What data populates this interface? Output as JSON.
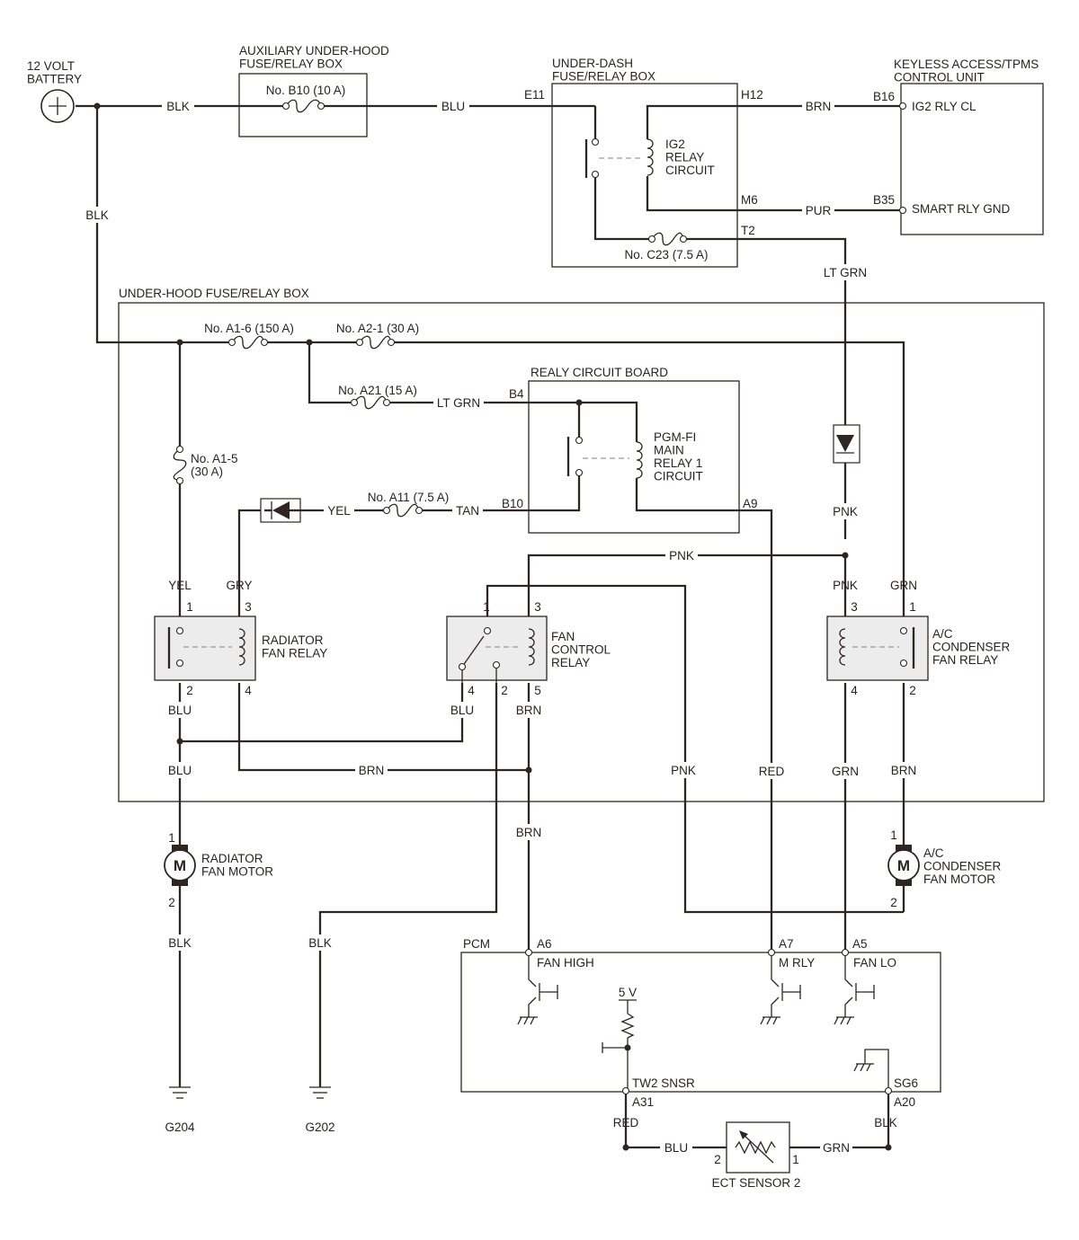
{
  "components": {
    "battery": "12 VOLT\nBATTERY",
    "aux_box": "AUXILIARY UNDER-HOOD\nFUSE/RELAY BOX",
    "under_dash_box": "UNDER-DASH\nFUSE/RELAY BOX",
    "keyless_unit": "KEYLESS ACCESS/TPMS\nCONTROL UNIT",
    "under_hood_box": "UNDER-HOOD FUSE/RELAY BOX",
    "relay_board": "REALY CIRCUIT BOARD",
    "ig2_relay": "IG2\nRELAY\nCIRCUIT",
    "pgmfi_relay": "PGM-FI\nMAIN\nRELAY 1\nCIRCUIT",
    "radiator_fan_relay": "RADIATOR\nFAN RELAY",
    "fan_control_relay": "FAN\nCONTROL\nRELAY",
    "ac_fan_relay": "A/C\nCONDENSER\nFAN RELAY",
    "radiator_fan_motor": "RADIATOR\nFAN MOTOR",
    "ac_fan_motor": "A/C\nCONDENSER\nFAN MOTOR",
    "pcm": "PCM",
    "ect_sensor": "ECT SENSOR 2",
    "motor_symbol": "M",
    "five_volt": "5 V"
  },
  "fuses": {
    "b10": "No. B10 (10 A)",
    "c23": "No. C23 (7.5 A)",
    "a1_6": "No. A1-6 (150 A)",
    "a2_1": "No. A2-1 (30 A)",
    "a21": "No. A21 (15 A)",
    "a1_5": "No. A1-5\n(30 A)",
    "a11": "No. A11 (7.5 A)"
  },
  "pins": {
    "e11": "E11",
    "h12": "H12",
    "m6": "M6",
    "t2": "T2",
    "b16": "B16",
    "b35": "B35",
    "ig2_rly_cl": "IG2 RLY CL",
    "smart_rly_gnd": "SMART RLY GND",
    "b4": "B4",
    "b10": "B10",
    "a9": "A9",
    "a6": "A6",
    "a7": "A7",
    "a5": "A5",
    "a31": "A31",
    "a20": "A20",
    "fan_high": "FAN HIGH",
    "m_rly": "M RLY",
    "fan_lo": "FAN LO",
    "tw2_snsr": "TW2 SNSR",
    "sg6": "SG6",
    "rad_relay": [
      "1",
      "3",
      "2",
      "4"
    ],
    "fan_ctrl_relay": [
      "1",
      "3",
      "4",
      "2",
      "5"
    ],
    "ac_relay": [
      "3",
      "1",
      "4",
      "2"
    ],
    "rad_motor": [
      "1",
      "2"
    ],
    "ac_motor": [
      "1",
      "2"
    ],
    "ect": [
      "2",
      "1"
    ]
  },
  "wires": {
    "blk": "BLK",
    "blu": "BLU",
    "brn": "BRN",
    "pur": "PUR",
    "ltgrn": "LT GRN",
    "pnk": "PNK",
    "yel": "YEL",
    "tan": "TAN",
    "gry": "GRY",
    "grn": "GRN",
    "red": "RED"
  },
  "grounds": {
    "g204": "G204",
    "g202": "G202"
  }
}
